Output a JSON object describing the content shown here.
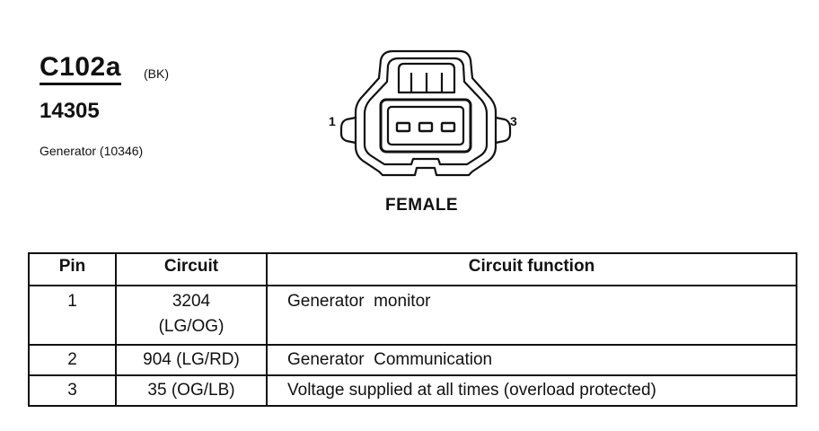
{
  "connector": {
    "id": "C102a",
    "color_code": "(BK)",
    "part_number": "14305",
    "description": "Generator (10346)",
    "gender": "FEMALE",
    "pin_labels": {
      "left": "1",
      "right": "3"
    }
  },
  "table": {
    "headers": {
      "pin": "Pin",
      "circuit": "Circuit",
      "function": "Circuit function"
    },
    "rows": [
      {
        "pin": "1",
        "circuit_line1": "3204",
        "circuit_line2": "(LG/OG)",
        "function": "Generator  monitor"
      },
      {
        "pin": "2",
        "circuit_line1": "904 (LG/RD)",
        "circuit_line2": "",
        "function": "Generator  Communication"
      },
      {
        "pin": "3",
        "circuit_line1": "35 (OG/LB)",
        "circuit_line2": "",
        "function": "Voltage supplied at all times (overload protected)"
      }
    ]
  }
}
